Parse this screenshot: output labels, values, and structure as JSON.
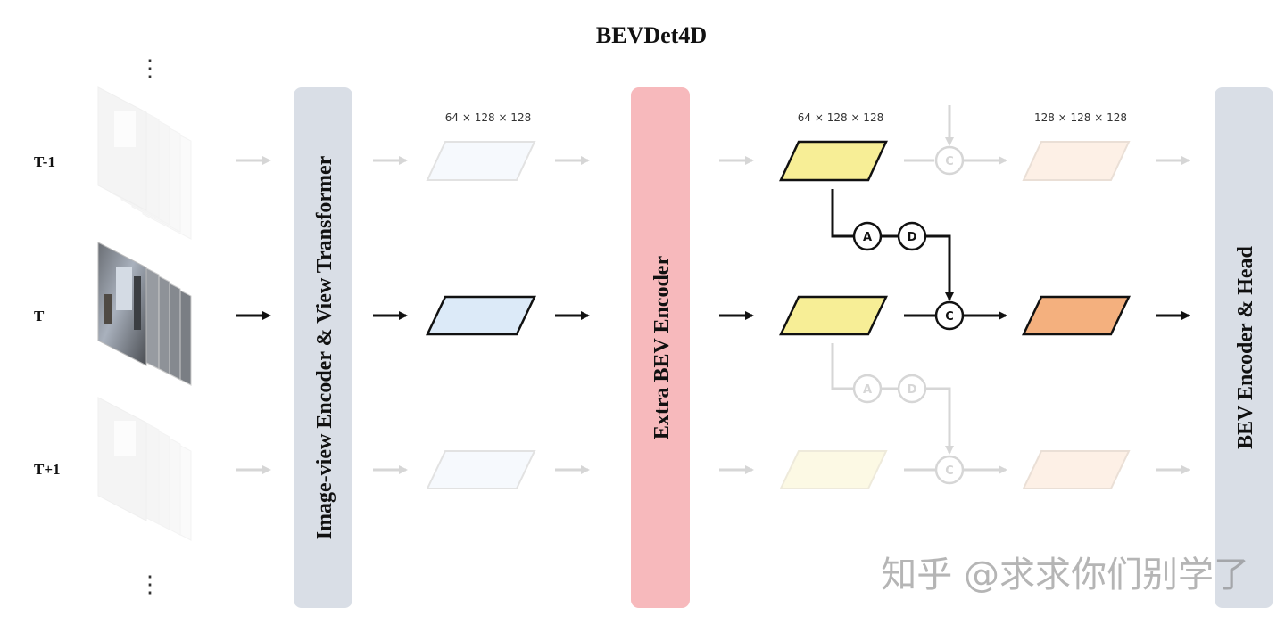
{
  "title": "BEVDet4D",
  "rows": {
    "prev": "T-1",
    "current": "T",
    "next": "T+1"
  },
  "ellipsis": "⋮",
  "blocks": {
    "image_encoder": "Image-view Encoder & View Transformer",
    "extra_bev": "Extra BEV Encoder",
    "bev_head": "BEV Encoder & Head"
  },
  "dims": {
    "after_view": "64 × 128 × 128",
    "after_extra": "64 × 128 × 128",
    "after_concat": "128 × 128 × 128"
  },
  "ops": {
    "align": "A",
    "delta": "D",
    "concat": "C"
  },
  "colors": {
    "encoder_block": "#d9dee6",
    "extra_block": "#f7b9bc",
    "feat_blue": "#dceaf8",
    "feat_yellow": "#f7ee96",
    "feat_orange": "#f4b07e"
  },
  "watermark": "知乎 @求求你们别学了"
}
